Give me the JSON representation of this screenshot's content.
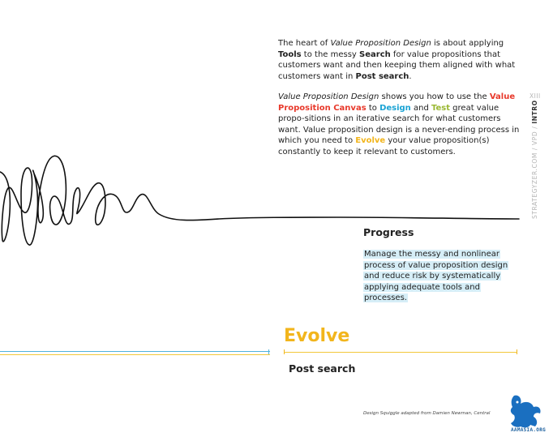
{
  "para1": {
    "t1": "The heart of ",
    "t2": "Value Proposition Design",
    "t3": " is about applying ",
    "t4": "Tools",
    "t5": " to the messy ",
    "t6": "Search",
    "t7": " for value propositions that customers want and then keeping them aligned with what customers want in ",
    "t8": "Post search",
    "t9": "."
  },
  "para2": {
    "t1": "Value Proposition Design",
    "t2": " shows you how to use the ",
    "t3": "Value Proposition Canvas",
    "t4": " to ",
    "t5": "Design",
    "t6": " and ",
    "t7": "Test",
    "t8": " great value propo-sitions in an iterative search for what customers want. Value proposition design is a never-ending process in which you need to ",
    "t9": "Evolve",
    "t10": " your value proposition(s) constantly to keep it relevant to customers."
  },
  "nav": {
    "page_number": "XIII",
    "site": "STRATEGYZER.COM / VPD / ",
    "current": "INTRO"
  },
  "progress": {
    "title": "Progress",
    "description": "Manage the messy and nonlinear process of value proposition design and reduce risk by systematically applying adequate tools and processes."
  },
  "evolve": {
    "title": "Evolve",
    "subtitle": "Post search"
  },
  "credit": "Design Squiggle adapted from Damien Newman, Central",
  "logo": {
    "text": "AAMASIA.ORG",
    "icon": "dragon-logo-icon"
  },
  "colors": {
    "red": "#e8392b",
    "cyan": "#1aa3d4",
    "green": "#9ab833",
    "yellow": "#f2b51c",
    "highlight": "#d6eef7"
  }
}
